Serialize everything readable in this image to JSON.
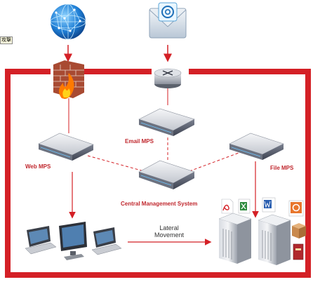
{
  "diagram": {
    "corner_tag": "攻撃",
    "nodes": {
      "web_mps": "Web MPS",
      "email_mps": "Email MPS",
      "file_mps": "File MPS",
      "cms": "Central Management System"
    },
    "lateral_label_line1": "Lateral",
    "lateral_label_line2": "Movement",
    "icons": [
      "globe-icon",
      "email-envelope-icon",
      "firewall-icon",
      "router-icon",
      "laptop-icon",
      "desktop-monitor-icon",
      "server-icon",
      "pdf-file-icon",
      "excel-file-icon",
      "word-file-icon",
      "powerpoint-file-icon",
      "archive-box-icon",
      "book-file-icon"
    ],
    "colors": {
      "boundary": "#d42026",
      "label": "#c0272d",
      "connector": "#d42026"
    }
  }
}
